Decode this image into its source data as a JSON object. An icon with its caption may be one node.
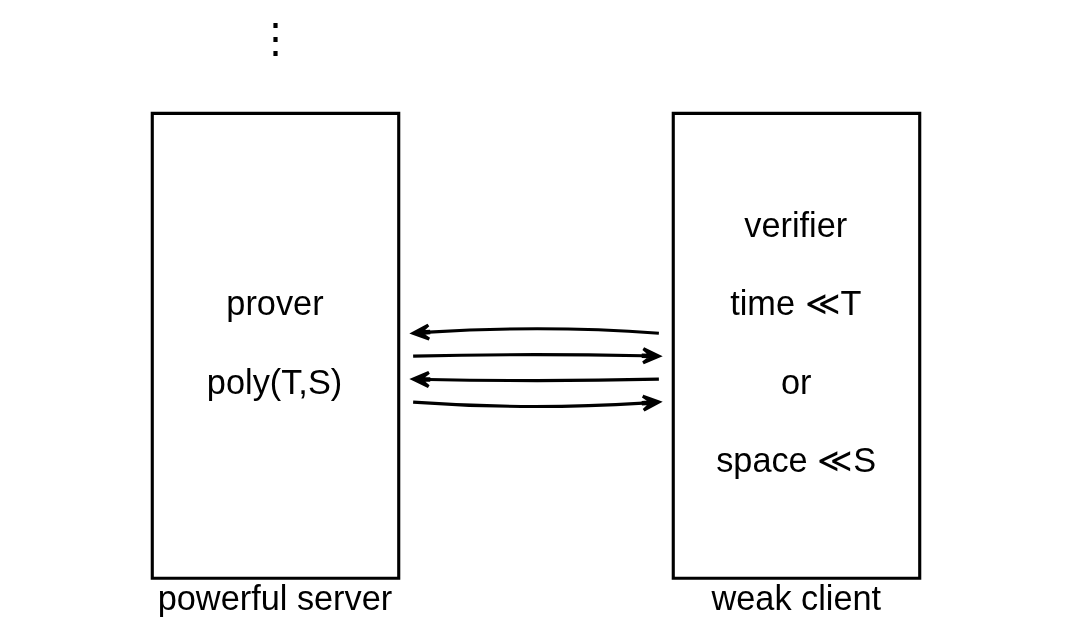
{
  "diagram": {
    "nodes": [
      {
        "text": [
          "prover",
          "poly(T,S)"
        ],
        "beside": [
          "powerful server"
        ]
      },
      {
        "text": [
          "verifier",
          "time ≪T",
          "or",
          "space ≪S"
        ],
        "beside": [
          "weak client"
        ]
      }
    ],
    "edges": [
      {
        "from": 0,
        "to": 1,
        "arrow": "to"
      },
      {
        "from": 1,
        "to": 0,
        "arrow": "to"
      },
      {
        "from": 0,
        "to": 1,
        "arrow": "to"
      },
      {
        "from": 1,
        "to": 0,
        "arrow": "to"
      }
    ],
    "labels": [
      "⋮"
    ]
  }
}
